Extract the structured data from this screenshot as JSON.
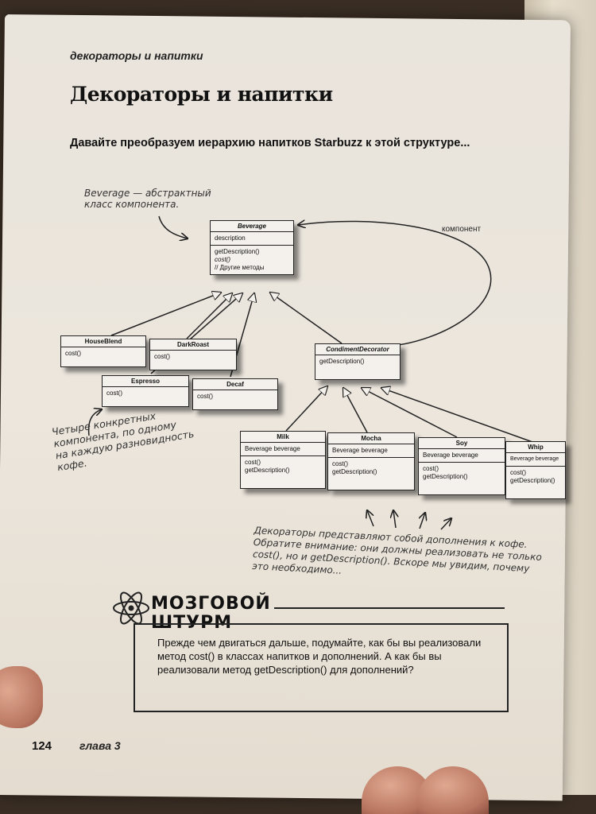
{
  "page": {
    "running_head": "декораторы и напитки",
    "title": "Декораторы и напитки",
    "subtitle": "Давайте преобразуем иерархию напитков Starbuzz к этой структуре...",
    "page_number": "124",
    "chapter": "глава 3"
  },
  "annotations": {
    "beverage_note": [
      "Beverage — абстрактный",
      "класс компонента."
    ],
    "component_label": "компонент",
    "concrete_note": [
      "Четыре конкретных",
      "компонента, по одному",
      "на каждую разновидность",
      "кофе."
    ],
    "decorators_note": [
      "Декораторы представляют собой дополнения к кофе.",
      "Обратите внимание: они должны реализовать не только",
      "cost(), но и getDescription(). Вскоре мы увидим, почему",
      "это необходимо..."
    ]
  },
  "diagram": {
    "beverage": {
      "name": "Beverage",
      "field": "description",
      "methods": [
        "getDescription()",
        "cost()",
        "// Другие методы"
      ]
    },
    "houseblend": {
      "name": "HouseBlend",
      "method": "cost()"
    },
    "darkroast": {
      "name": "DarkRoast",
      "method": "cost()"
    },
    "espresso": {
      "name": "Espresso",
      "method": "cost()"
    },
    "decaf": {
      "name": "Decaf",
      "method": "cost()"
    },
    "condiment": {
      "name": "CondimentDecorator",
      "method": "getDescription()"
    },
    "milk": {
      "name": "Milk",
      "field": "Beverage beverage",
      "methods": [
        "cost()",
        "getDescription()"
      ]
    },
    "mocha": {
      "name": "Mocha",
      "field": "Beverage beverage",
      "methods": [
        "cost()",
        "getDescription()"
      ]
    },
    "soy": {
      "name": "Soy",
      "field": "Beverage beverage",
      "methods": [
        "cost()",
        "getDescription()"
      ]
    },
    "whip": {
      "name": "Whip",
      "field": "Beverage beverage",
      "methods": [
        "cost()",
        "getDescription()"
      ]
    }
  },
  "brainstorm": {
    "title_line1": "МОЗГОВОЙ",
    "title_line2": "ШТУРМ",
    "text": "Прежде чем двигаться дальше, подумайте, как бы вы реализовали метод cost() в классах напитков и дополнений. А как бы вы реализовали метод getDescription() для дополнений?"
  }
}
